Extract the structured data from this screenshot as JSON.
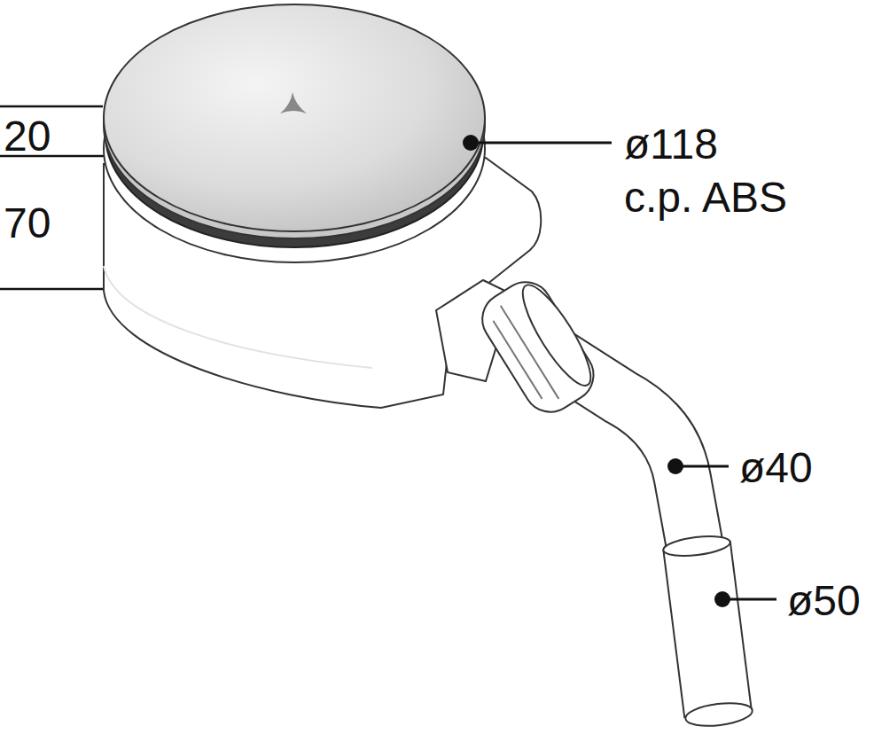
{
  "diagram": {
    "labels": [
      "20",
      "70",
      "ø118",
      "c.p. ABS",
      "ø40",
      "ø50"
    ]
  }
}
